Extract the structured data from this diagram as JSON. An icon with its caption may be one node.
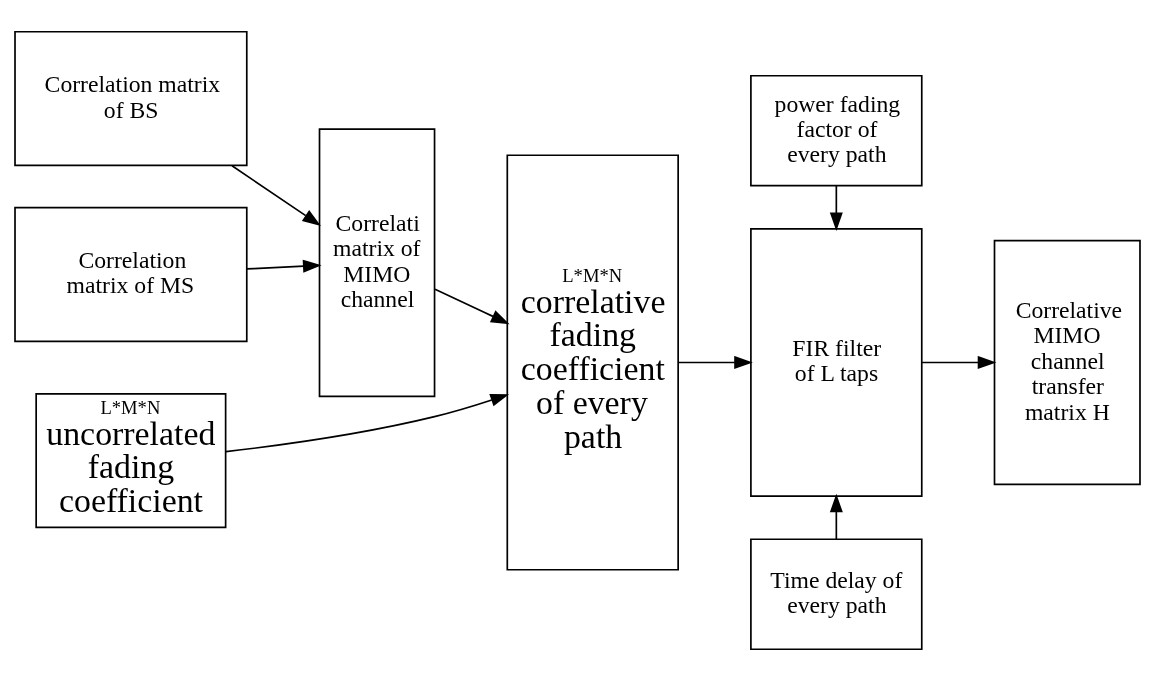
{
  "diagram": {
    "nodes": [
      {
        "text": [
          "Correlation matrix of BS"
        ]
      },
      {
        "text": [
          "Correlation matrix of MS"
        ]
      },
      {
        "text": [
          "Correlati matrix of MIMO channel"
        ]
      },
      {
        "text": [
          "L*M*N",
          "correlative fading coefficient of every path"
        ]
      },
      {
        "text": [
          "L*M*N",
          "uncorrelated fading coefficient"
        ]
      },
      {
        "text": [
          "power fading factor of every path"
        ]
      },
      {
        "text": [
          "FIR filter of L taps"
        ]
      },
      {
        "text": [
          "Time delay of every path"
        ]
      },
      {
        "text": [
          "Correlative MIMO channel transfer matrix H"
        ]
      }
    ],
    "edges": [
      {
        "from": 0,
        "to": 2,
        "arrow": "to"
      },
      {
        "from": 1,
        "to": 2,
        "arrow": "to"
      },
      {
        "from": 2,
        "to": 3,
        "arrow": "to"
      },
      {
        "from": 4,
        "to": 3,
        "arrow": "to"
      },
      {
        "from": 3,
        "to": 6,
        "arrow": "to"
      },
      {
        "from": 5,
        "to": 6,
        "arrow": "to"
      },
      {
        "from": 7,
        "to": 6,
        "arrow": "to"
      },
      {
        "from": 6,
        "to": 8,
        "arrow": "to"
      }
    ]
  }
}
